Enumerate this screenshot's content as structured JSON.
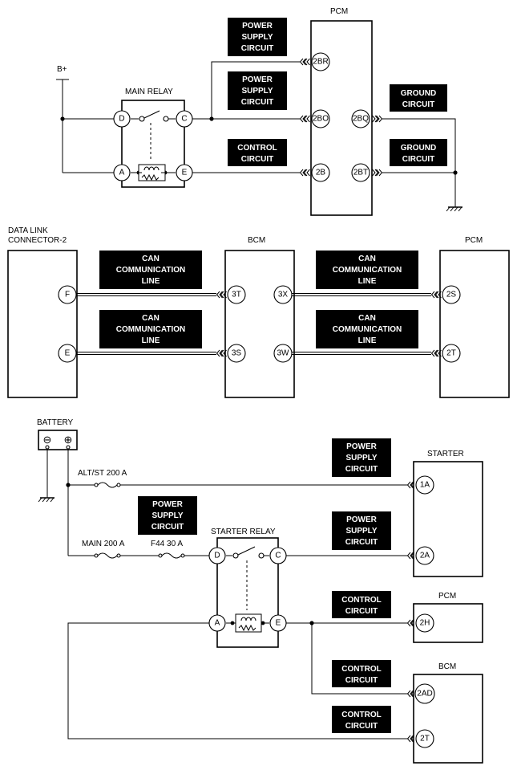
{
  "section1": {
    "b_plus": "B+",
    "main_relay": "MAIN RELAY",
    "pcm": "PCM",
    "relay_pins": {
      "d": "D",
      "c": "C",
      "a": "A",
      "e": "E"
    },
    "pcm_pins": {
      "p2br": "2BR",
      "p2bo": "2BO",
      "p2b": "2B",
      "p2bq": "2BQ",
      "p2bt": "2BT"
    },
    "labels": {
      "power1": [
        "POWER",
        "SUPPLY",
        "CIRCUIT"
      ],
      "power2": [
        "POWER",
        "SUPPLY",
        "CIRCUIT"
      ],
      "control": [
        "CONTROL",
        "CIRCUIT"
      ],
      "ground1": [
        "GROUND",
        "CIRCUIT"
      ],
      "ground2": [
        "GROUND",
        "CIRCUIT"
      ]
    }
  },
  "section2": {
    "dlc_line1": "DATA LINK",
    "dlc_line2": "CONNECTOR-2",
    "bcm": "BCM",
    "pcm": "PCM",
    "pins": {
      "f": "F",
      "e": "E",
      "t3": "3T",
      "s3": "3S",
      "x3": "3X",
      "w3": "3W",
      "s2": "2S",
      "t2": "2T"
    },
    "labels": {
      "can1": [
        "CAN",
        "COMMUNICATION",
        "LINE"
      ],
      "can2": [
        "CAN",
        "COMMUNICATION",
        "LINE"
      ],
      "can3": [
        "CAN",
        "COMMUNICATION",
        "LINE"
      ],
      "can4": [
        "CAN",
        "COMMUNICATION",
        "LINE"
      ]
    }
  },
  "section3": {
    "battery": "BATTERY",
    "battery_neg": "⊖",
    "battery_pos": "⊕",
    "alt_fuse": "ALT/ST 200 A",
    "main_fuse": "MAIN 200 A",
    "f44_fuse": "F44 30 A",
    "starter_relay": "STARTER RELAY",
    "starter": "STARTER",
    "pcm": "PCM",
    "bcm": "BCM",
    "relay_pins": {
      "d": "D",
      "c": "C",
      "a": "A",
      "e": "E"
    },
    "pins": {
      "p1a": "1A",
      "p2a": "2A",
      "p2h": "2H",
      "p2ad": "2AD",
      "p2t": "2T"
    },
    "labels": {
      "power1": [
        "POWER",
        "SUPPLY",
        "CIRCUIT"
      ],
      "power2": [
        "POWER",
        "SUPPLY",
        "CIRCUIT"
      ],
      "power3": [
        "POWER",
        "SUPPLY",
        "CIRCUIT"
      ],
      "control1": [
        "CONTROL",
        "CIRCUIT"
      ],
      "control2": [
        "CONTROL",
        "CIRCUIT"
      ],
      "control3": [
        "CONTROL",
        "CIRCUIT"
      ]
    }
  }
}
